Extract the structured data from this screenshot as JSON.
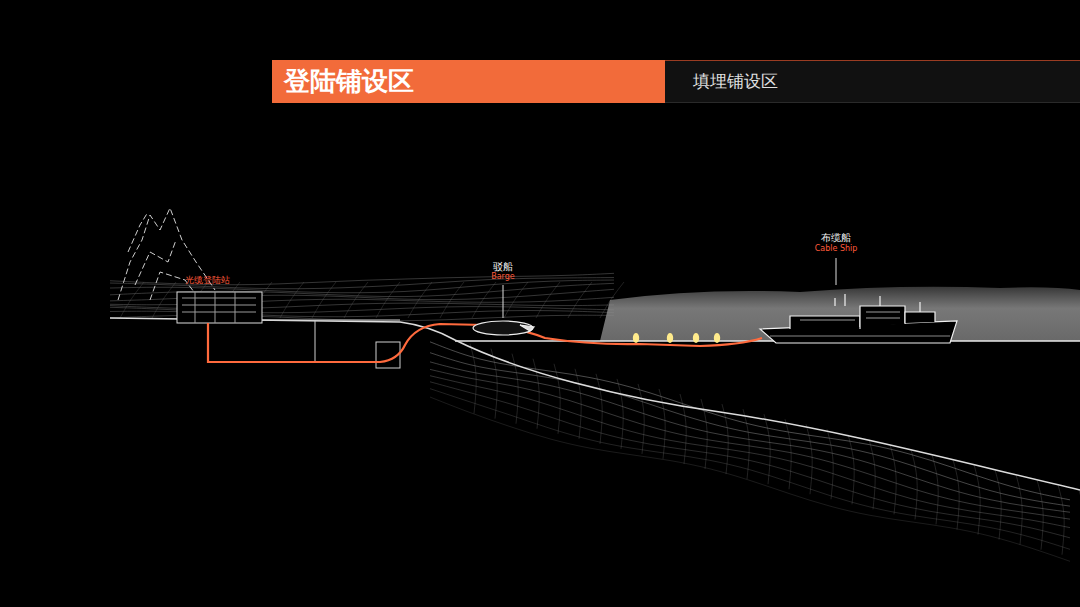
{
  "diagram": {
    "nodes": [
      {
        "text": [
          "登陆铺设区"
        ]
      },
      {
        "text": [
          "填埋铺设区"
        ]
      }
    ],
    "labels": [
      "光缆登陆站",
      "驳船",
      "Barge",
      "布缆船",
      "Cable Ship"
    ]
  }
}
